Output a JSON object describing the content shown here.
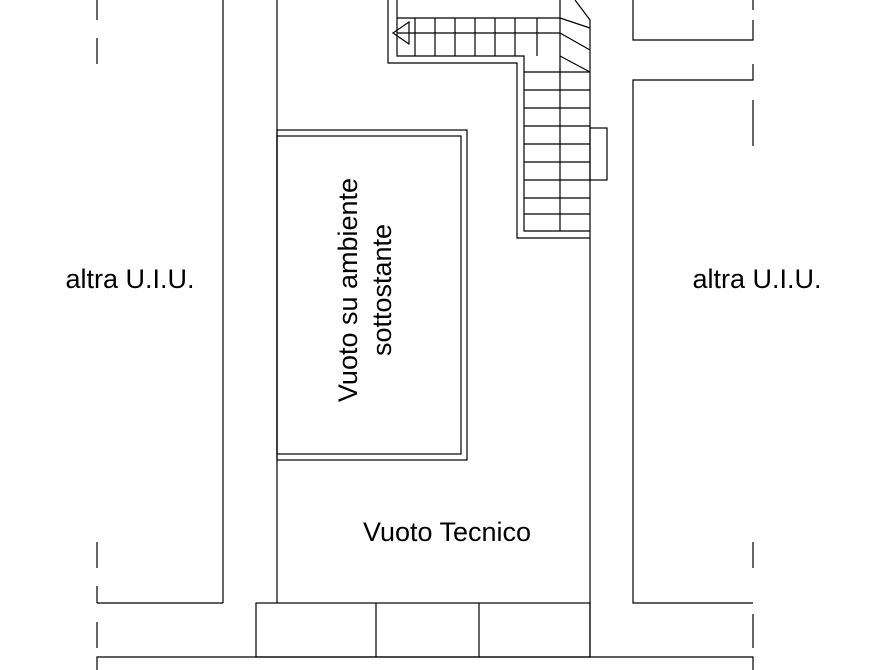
{
  "plan": {
    "left_unit_label": "altra U.I.U.",
    "right_unit_label": "altra U.I.U.",
    "void_label_line1": "Vuoto su ambiente",
    "void_label_line2": "sottostante",
    "technical_void_label": "Vuoto Tecnico"
  },
  "colors": {
    "stroke": "#000000",
    "background": "#ffffff"
  }
}
